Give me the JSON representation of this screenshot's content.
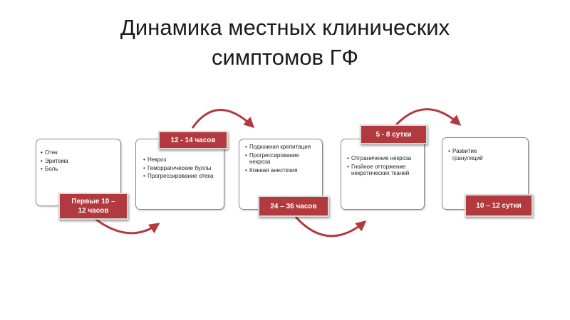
{
  "title": {
    "line1": "Динамика местных клинических",
    "line2": "симптомов ГФ"
  },
  "stages": [
    {
      "label": "Первые 10 –\n12 часов",
      "items": [
        "Отек",
        "Эритема",
        "Боль"
      ]
    },
    {
      "label": "12 - 14 часов",
      "items": [
        "Некроз",
        "Геморрагические буллы",
        "Прогрессирование отека"
      ]
    },
    {
      "label": "24 – 36 часов",
      "items": [
        "Подкожная крепитация",
        "Прогрессирование некроза",
        "Кожная анестезия"
      ]
    },
    {
      "label": "5 - 8 сутки",
      "items": [
        "Отграничение некроза",
        "Гнойное отторжение некротических тканей"
      ]
    },
    {
      "label": "10 – 12 сутки",
      "items": [
        "Развитие грануляций"
      ]
    }
  ],
  "colors": {
    "tag_fill": "#b23a3e",
    "arrow": "#b23a3e",
    "card_border": "#8c8c8c"
  }
}
